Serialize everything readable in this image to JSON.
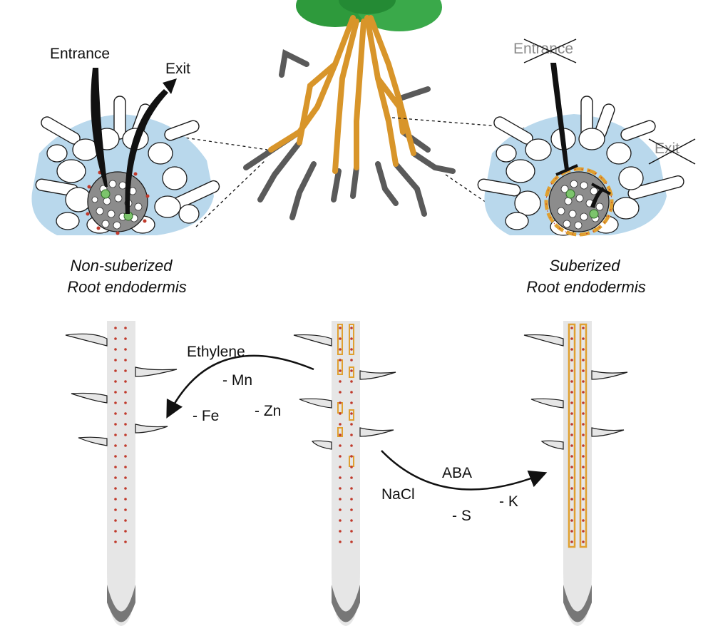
{
  "cross_sections": {
    "left": {
      "entrance_label": "Entrance",
      "exit_label": "Exit",
      "caption_line1": "Non-suberized",
      "caption_line2": "Root endodermis"
    },
    "right": {
      "entrance_label": "Entrance",
      "exit_label": "Exit",
      "caption_line1": "Suberized",
      "caption_line2": "Root endodermis"
    }
  },
  "arrows": {
    "to_non_suberized": {
      "main_label": "Ethylene",
      "nutrients": [
        "- Mn",
        "- Fe",
        "- Zn"
      ]
    },
    "to_suberized": {
      "main_label": "ABA",
      "nutrients": [
        "NaCl",
        "- S",
        "- K"
      ]
    }
  },
  "colors": {
    "suberin": "#e0a030",
    "casparian_strip": "#c0392b",
    "root_tissue": "#e6e6e6",
    "root_cap": "#777777",
    "cell_outline": "#1a1a1a",
    "epidermis_glow": "#b9d8ec",
    "vessel": "#7cc46c",
    "leaf": "#2e9a3c",
    "grey_root": "#5a5a5a"
  }
}
